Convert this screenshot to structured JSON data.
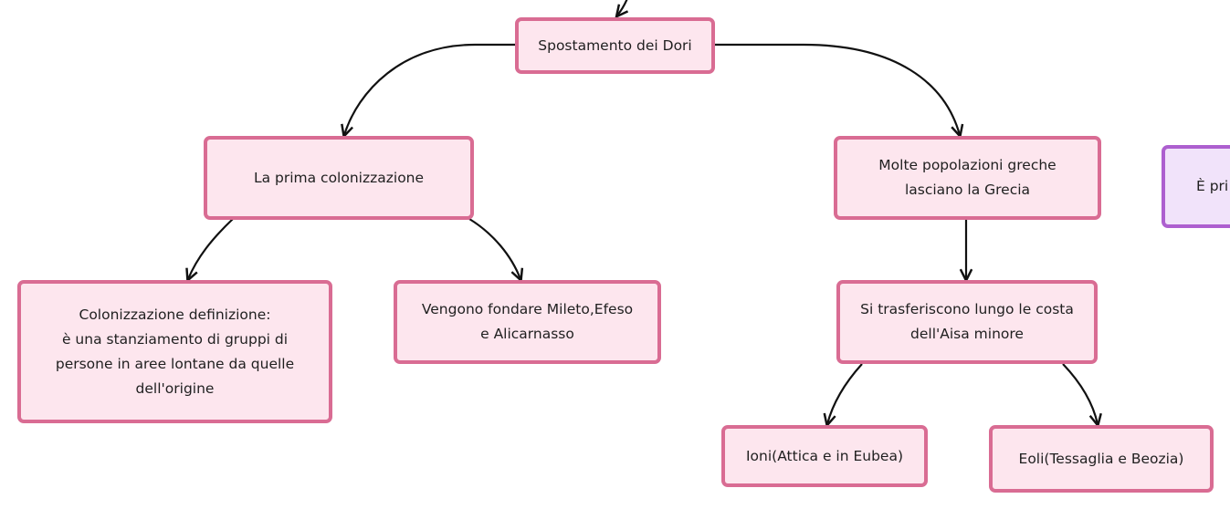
{
  "diagram": {
    "nodes": [
      {
        "id": "spostamento",
        "text": "Spostamento dei Dori",
        "color": "#d96c93"
      },
      {
        "id": "prima-colonizzazione",
        "text": "La prima colonizzazione",
        "color": "#d96c93"
      },
      {
        "id": "popolazioni",
        "text": "Molte popolazioni greche\nlasciano la Grecia",
        "color": "#d96c93"
      },
      {
        "id": "definizione",
        "text": "Colonizzazione definizione:\nè una stanziamento di gruppi di\npersone in aree lontane da quelle\ndell'origine",
        "color": "#d96c93"
      },
      {
        "id": "fondare",
        "text": "Vengono fondare Mileto,Efeso\ne Alicarnasso",
        "color": "#d96c93"
      },
      {
        "id": "trasferiscono",
        "text": "Si trasferiscono lungo le costa\ndell'Aisa minore",
        "color": "#d96c93"
      },
      {
        "id": "ioni",
        "text": "Ioni(Attica e in Eubea)",
        "color": "#d96c93"
      },
      {
        "id": "eoli",
        "text": "Eoli(Tessaglia e Beozia)",
        "color": "#d96c93"
      },
      {
        "id": "cut-off",
        "text": "È pri",
        "color": "#ad5fcf"
      }
    ],
    "edges": [
      {
        "from": "offscreen-parent",
        "to": "spostamento"
      },
      {
        "from": "spostamento",
        "to": "prima-colonizzazione"
      },
      {
        "from": "spostamento",
        "to": "popolazioni"
      },
      {
        "from": "prima-colonizzazione",
        "to": "definizione"
      },
      {
        "from": "prima-colonizzazione",
        "to": "fondare"
      },
      {
        "from": "popolazioni",
        "to": "trasferiscono"
      },
      {
        "from": "trasferiscono",
        "to": "ioni"
      },
      {
        "from": "trasferiscono",
        "to": "eoli"
      }
    ],
    "colors": {
      "node_fill": "#fde6ee",
      "node_border": "#d96c93",
      "purple_fill": "#f1e3fa",
      "purple_border": "#ad5fcf",
      "edge": "#111111",
      "text": "#1f1f1f"
    }
  }
}
